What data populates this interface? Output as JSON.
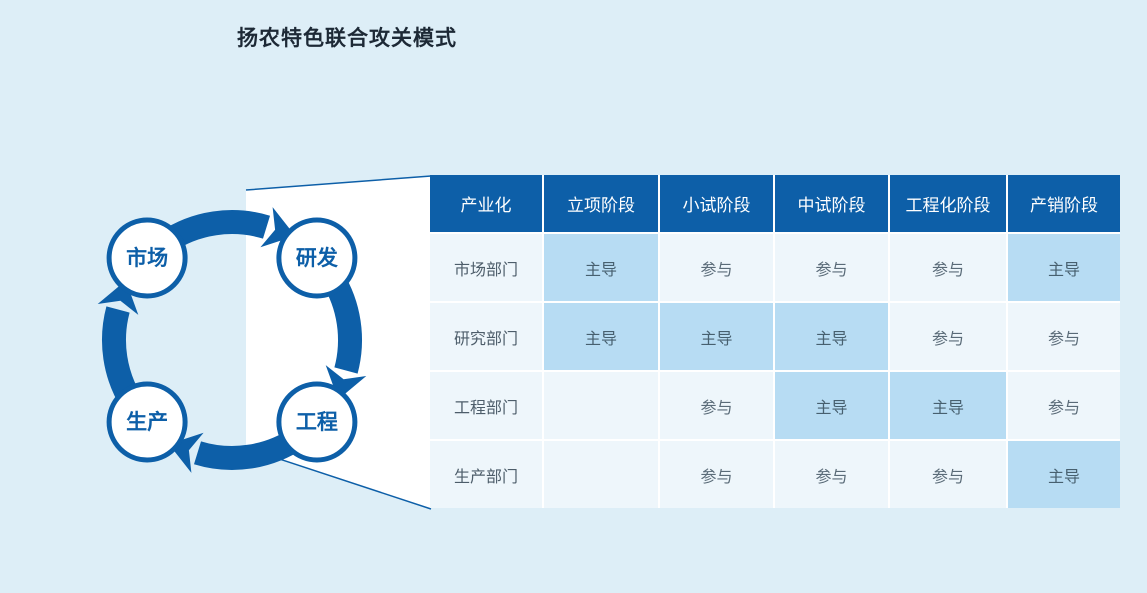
{
  "title": "扬农特色联合攻关模式",
  "colors": {
    "background": "#ddeef7",
    "primary": "#0d5fa8",
    "header_text": "#ffffff",
    "cell_highlight": "#b7dcf3",
    "row_bg": "#eef6fb",
    "body_text": "#5a6b78",
    "title_color": "#1d2936",
    "callout_fill": "#ffffff"
  },
  "cycle_diagram": {
    "nodes": [
      {
        "label": "市场"
      },
      {
        "label": "研发"
      },
      {
        "label": "工程"
      },
      {
        "label": "生产"
      }
    ]
  },
  "table": {
    "headers": [
      "产业化",
      "立项阶段",
      "小试阶段",
      "中试阶段",
      "工程化阶段",
      "产销阶段"
    ],
    "rows": [
      {
        "label": "市场部门",
        "cells": [
          {
            "text": "主导",
            "highlight": true
          },
          {
            "text": "参与",
            "highlight": false
          },
          {
            "text": "参与",
            "highlight": false
          },
          {
            "text": "参与",
            "highlight": false
          },
          {
            "text": "主导",
            "highlight": true
          }
        ]
      },
      {
        "label": "研究部门",
        "cells": [
          {
            "text": "主导",
            "highlight": true
          },
          {
            "text": "主导",
            "highlight": true
          },
          {
            "text": "主导",
            "highlight": true
          },
          {
            "text": "参与",
            "highlight": false
          },
          {
            "text": "参与",
            "highlight": false
          }
        ]
      },
      {
        "label": "工程部门",
        "cells": [
          {
            "text": "",
            "highlight": false
          },
          {
            "text": "参与",
            "highlight": false
          },
          {
            "text": "主导",
            "highlight": true
          },
          {
            "text": "主导",
            "highlight": true
          },
          {
            "text": "参与",
            "highlight": false
          }
        ]
      },
      {
        "label": "生产部门",
        "cells": [
          {
            "text": "",
            "highlight": false
          },
          {
            "text": "参与",
            "highlight": false
          },
          {
            "text": "参与",
            "highlight": false
          },
          {
            "text": "参与",
            "highlight": false
          },
          {
            "text": "主导",
            "highlight": true
          }
        ]
      }
    ]
  }
}
